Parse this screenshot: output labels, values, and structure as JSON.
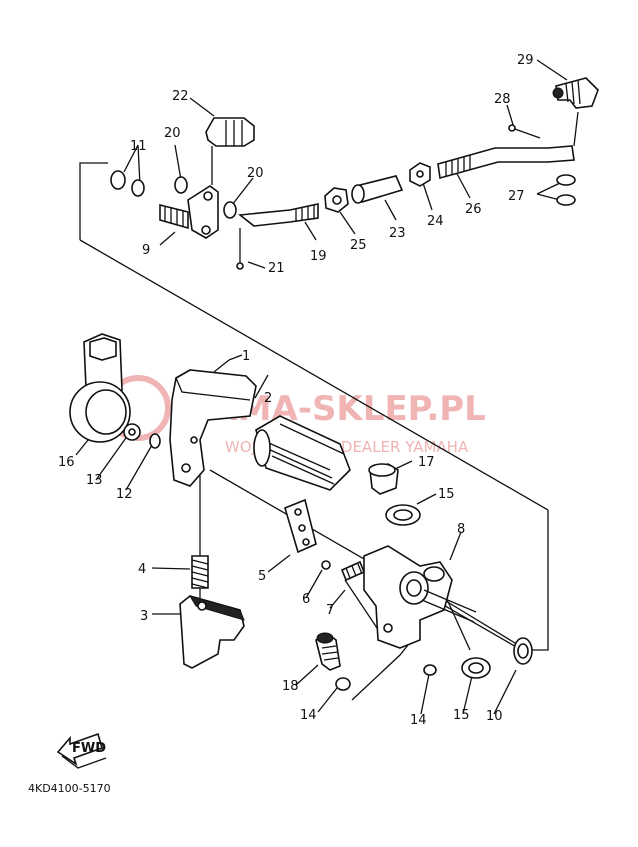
{
  "watermark": {
    "main": "YAMA-SKLEP.PL",
    "sub": "WOJC… WICZ | DEALER YAMAHA",
    "color": "#f0b4b4"
  },
  "diagram_code": "4KD4100-5170",
  "fwd_label": "FWD",
  "callouts": {
    "n1": "1",
    "n2": "2",
    "n3": "3",
    "n4": "4",
    "n5": "5",
    "n6": "6",
    "n7": "7",
    "n8": "8",
    "n9": "9",
    "n10": "10",
    "n11": "11",
    "n12": "12",
    "n13": "13",
    "n14a": "14",
    "n14b": "14",
    "n15a": "15",
    "n15b": "15",
    "n16": "16",
    "n17": "17",
    "n18": "18",
    "n19": "19",
    "n20a": "20",
    "n20b": "20",
    "n21": "21",
    "n22": "22",
    "n23": "23",
    "n24": "24",
    "n25": "25",
    "n26": "26",
    "n27": "27",
    "n28": "28",
    "n29": "29"
  }
}
